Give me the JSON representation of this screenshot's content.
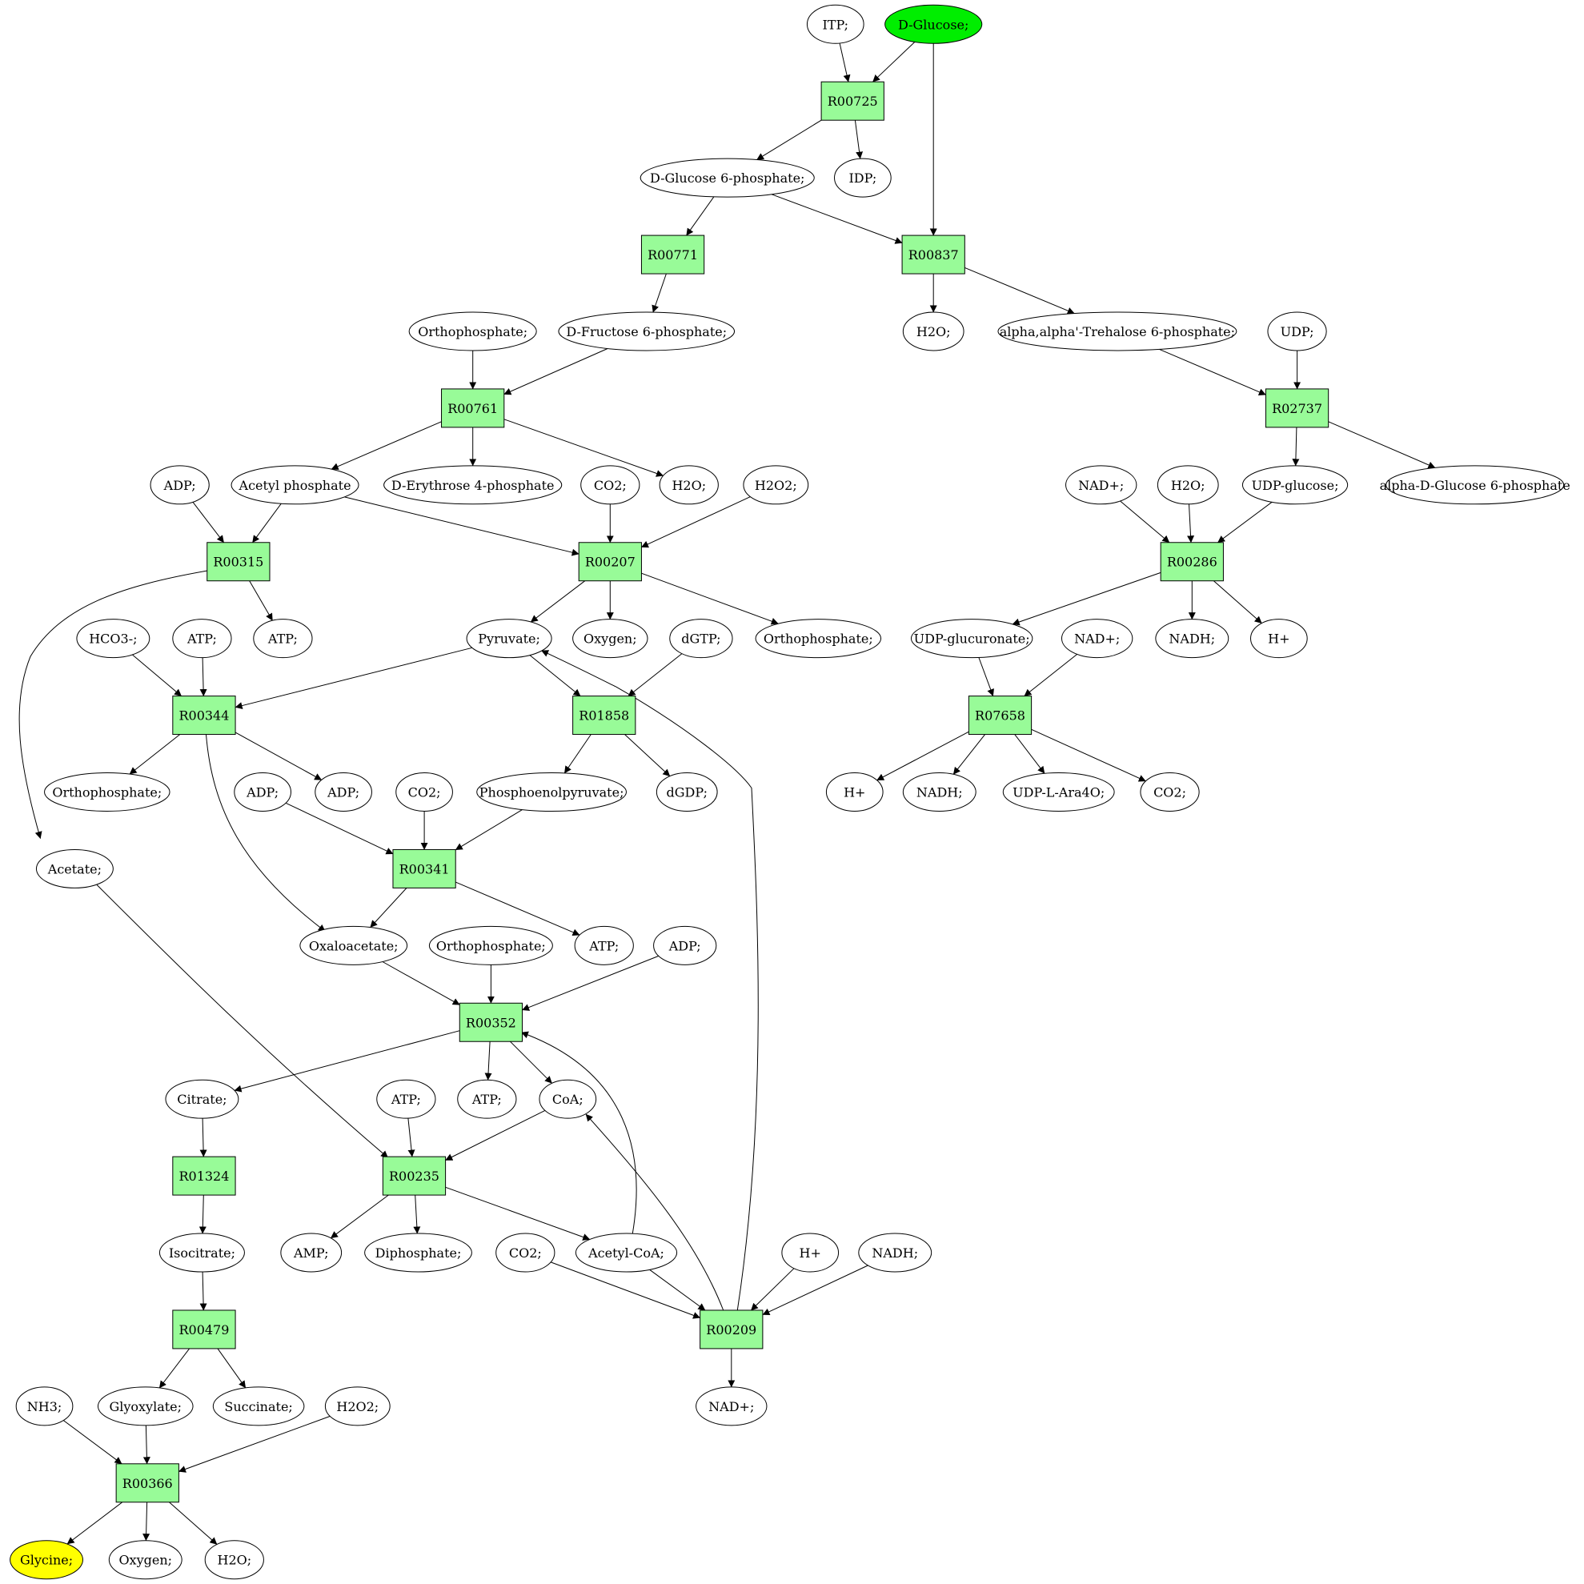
{
  "colors": {
    "reaction_fill": "#98FB98",
    "metabolite_fill": "#FFFFFF",
    "source_fill": "#00EE00",
    "target_fill": "#FFFF00",
    "line": "#000000"
  },
  "reactions": [
    {
      "id": "R00725",
      "label": "R00725"
    },
    {
      "id": "R00837",
      "label": "R00837"
    },
    {
      "id": "R00771",
      "label": "R00771"
    },
    {
      "id": "R00761",
      "label": "R00761"
    },
    {
      "id": "R02737",
      "label": "R02737"
    },
    {
      "id": "R00315",
      "label": "R00315"
    },
    {
      "id": "R00207",
      "label": "R00207"
    },
    {
      "id": "R00286",
      "label": "R00286"
    },
    {
      "id": "R00344",
      "label": "R00344"
    },
    {
      "id": "R01858",
      "label": "R01858"
    },
    {
      "id": "R07658",
      "label": "R07658"
    },
    {
      "id": "R00341",
      "label": "R00341"
    },
    {
      "id": "R00352",
      "label": "R00352"
    },
    {
      "id": "R01324",
      "label": "R01324"
    },
    {
      "id": "R00235",
      "label": "R00235"
    },
    {
      "id": "R00479",
      "label": "R00479"
    },
    {
      "id": "R00209",
      "label": "R00209"
    },
    {
      "id": "R00366",
      "label": "R00366"
    }
  ],
  "metabolites": [
    {
      "id": "m_itp",
      "label": "ITP;"
    },
    {
      "id": "m_glc",
      "label": "D-Glucose;",
      "role": "source"
    },
    {
      "id": "m_g6p",
      "label": "D-Glucose 6-phosphate;"
    },
    {
      "id": "m_idp",
      "label": "IDP;"
    },
    {
      "id": "m_pi1",
      "label": "Orthophosphate;"
    },
    {
      "id": "m_f6p",
      "label": "D-Fructose 6-phosphate;"
    },
    {
      "id": "m_h2o1",
      "label": "H2O;"
    },
    {
      "id": "m_t6p",
      "label": "alpha,alpha'-Trehalose 6-phosphate;"
    },
    {
      "id": "m_udp",
      "label": "UDP;"
    },
    {
      "id": "m_adp1",
      "label": "ADP;"
    },
    {
      "id": "m_acp",
      "label": "Acetyl phosphate"
    },
    {
      "id": "m_e4p",
      "label": "D-Erythrose 4-phosphate"
    },
    {
      "id": "m_co2a",
      "label": "CO2;"
    },
    {
      "id": "m_h2o2",
      "label": "H2O;"
    },
    {
      "id": "m_h2o2a",
      "label": "H2O2;"
    },
    {
      "id": "m_nad1",
      "label": "NAD+;"
    },
    {
      "id": "m_h2o3",
      "label": "H2O;"
    },
    {
      "id": "m_udpg",
      "label": "UDP-glucose;"
    },
    {
      "id": "m_ag6p",
      "label": "alpha-D-Glucose 6-phosphate"
    },
    {
      "id": "m_hco3",
      "label": "HCO3-;"
    },
    {
      "id": "m_atp1",
      "label": "ATP;"
    },
    {
      "id": "m_atp2",
      "label": "ATP;"
    },
    {
      "id": "m_pyr",
      "label": "Pyruvate;"
    },
    {
      "id": "m_oxy1",
      "label": "Oxygen;"
    },
    {
      "id": "m_dgtp",
      "label": "dGTP;"
    },
    {
      "id": "m_pi2",
      "label": "Orthophosphate;"
    },
    {
      "id": "m_udpgl",
      "label": "UDP-glucuronate;"
    },
    {
      "id": "m_nad2",
      "label": "NAD+;"
    },
    {
      "id": "m_nadh1",
      "label": "NADH;"
    },
    {
      "id": "m_h1",
      "label": "H+"
    },
    {
      "id": "m_pi3",
      "label": "Orthophosphate;"
    },
    {
      "id": "m_adp2",
      "label": "ADP;"
    },
    {
      "id": "m_adp3",
      "label": "ADP;"
    },
    {
      "id": "m_co2b",
      "label": "CO2;"
    },
    {
      "id": "m_pep",
      "label": "Phosphoenolpyruvate;"
    },
    {
      "id": "m_dgdp",
      "label": "dGDP;"
    },
    {
      "id": "m_h2",
      "label": "H+"
    },
    {
      "id": "m_nadh2",
      "label": "NADH;"
    },
    {
      "id": "m_udpara",
      "label": "UDP-L-Ara4O;"
    },
    {
      "id": "m_co2c",
      "label": "CO2;"
    },
    {
      "id": "m_ac",
      "label": "Acetate;"
    },
    {
      "id": "m_oaa",
      "label": "Oxaloacetate;"
    },
    {
      "id": "m_pi4",
      "label": "Orthophosphate;"
    },
    {
      "id": "m_atp3",
      "label": "ATP;"
    },
    {
      "id": "m_adp4",
      "label": "ADP;"
    },
    {
      "id": "m_cit",
      "label": "Citrate;"
    },
    {
      "id": "m_atp4",
      "label": "ATP;"
    },
    {
      "id": "m_atp5",
      "label": "ATP;"
    },
    {
      "id": "m_coa",
      "label": "CoA;"
    },
    {
      "id": "m_icit",
      "label": "Isocitrate;"
    },
    {
      "id": "m_amp",
      "label": "AMP;"
    },
    {
      "id": "m_ppi",
      "label": "Diphosphate;"
    },
    {
      "id": "m_co2d",
      "label": "CO2;"
    },
    {
      "id": "m_accoa",
      "label": "Acetyl-CoA;"
    },
    {
      "id": "m_h3",
      "label": "H+"
    },
    {
      "id": "m_nadh3",
      "label": "NADH;"
    },
    {
      "id": "m_nh3",
      "label": "NH3;"
    },
    {
      "id": "m_glx",
      "label": "Glyoxylate;"
    },
    {
      "id": "m_succ",
      "label": "Succinate;"
    },
    {
      "id": "m_h2o2b",
      "label": "H2O2;"
    },
    {
      "id": "m_nad3",
      "label": "NAD+;"
    },
    {
      "id": "m_gly",
      "label": "Glycine;",
      "role": "target"
    },
    {
      "id": "m_oxy2",
      "label": "Oxygen;"
    },
    {
      "id": "m_h2o4",
      "label": "H2O;"
    }
  ],
  "edges": [
    {
      "from": "m_itp",
      "to": "R00725"
    },
    {
      "from": "m_glc",
      "to": "R00725"
    },
    {
      "from": "m_glc",
      "to": "R00837"
    },
    {
      "from": "R00725",
      "to": "m_g6p"
    },
    {
      "from": "R00725",
      "to": "m_idp"
    },
    {
      "from": "m_g6p",
      "to": "R00771"
    },
    {
      "from": "m_g6p",
      "to": "R00837"
    },
    {
      "from": "R00771",
      "to": "m_f6p"
    },
    {
      "from": "R00837",
      "to": "m_h2o1"
    },
    {
      "from": "R00837",
      "to": "m_t6p"
    },
    {
      "from": "m_pi1",
      "to": "R00761"
    },
    {
      "from": "m_f6p",
      "to": "R00761"
    },
    {
      "from": "m_t6p",
      "to": "R02737"
    },
    {
      "from": "m_udp",
      "to": "R02737"
    },
    {
      "from": "R00761",
      "to": "m_acp"
    },
    {
      "from": "R00761",
      "to": "m_e4p"
    },
    {
      "from": "R00761",
      "to": "m_h2o2"
    },
    {
      "from": "R02737",
      "to": "m_udpg"
    },
    {
      "from": "R02737",
      "to": "m_ag6p"
    },
    {
      "from": "m_adp1",
      "to": "R00315"
    },
    {
      "from": "m_acp",
      "to": "R00315"
    },
    {
      "from": "m_acp",
      "to": "R00207"
    },
    {
      "from": "m_co2a",
      "to": "R00207"
    },
    {
      "from": "m_h2o2a",
      "to": "R00207"
    },
    {
      "from": "m_nad1",
      "to": "R00286"
    },
    {
      "from": "m_h2o3",
      "to": "R00286"
    },
    {
      "from": "m_udpg",
      "to": "R00286"
    },
    {
      "from": "R00315",
      "to": "m_atp2"
    },
    {
      "from": "R00315",
      "to": "m_ac"
    },
    {
      "from": "R00207",
      "to": "m_pyr"
    },
    {
      "from": "R00207",
      "to": "m_oxy1"
    },
    {
      "from": "R00207",
      "to": "m_pi2"
    },
    {
      "from": "R00286",
      "to": "m_udpgl"
    },
    {
      "from": "R00286",
      "to": "m_nadh1"
    },
    {
      "from": "R00286",
      "to": "m_h1"
    },
    {
      "from": "m_hco3",
      "to": "R00344"
    },
    {
      "from": "m_atp1",
      "to": "R00344"
    },
    {
      "from": "m_pyr",
      "to": "R00344"
    },
    {
      "from": "m_pyr",
      "to": "R01858"
    },
    {
      "from": "m_dgtp",
      "to": "R01858"
    },
    {
      "from": "m_udpgl",
      "to": "R07658"
    },
    {
      "from": "m_nad2",
      "to": "R07658"
    },
    {
      "from": "R00344",
      "to": "m_pi3"
    },
    {
      "from": "R00344",
      "to": "m_adp3"
    },
    {
      "from": "R00344",
      "to": "m_oaa"
    },
    {
      "from": "R01858",
      "to": "m_pep"
    },
    {
      "from": "R01858",
      "to": "m_dgdp"
    },
    {
      "from": "R07658",
      "to": "m_h2"
    },
    {
      "from": "R07658",
      "to": "m_nadh2"
    },
    {
      "from": "R07658",
      "to": "m_udpara"
    },
    {
      "from": "R07658",
      "to": "m_co2c"
    },
    {
      "from": "m_adp2",
      "to": "R00341"
    },
    {
      "from": "m_co2b",
      "to": "R00341"
    },
    {
      "from": "m_pep",
      "to": "R00341"
    },
    {
      "from": "R00341",
      "to": "m_oaa"
    },
    {
      "from": "R00341",
      "to": "m_atp3"
    },
    {
      "from": "m_oaa",
      "to": "R00352"
    },
    {
      "from": "m_pi4",
      "to": "R00352"
    },
    {
      "from": "m_adp4",
      "to": "R00352"
    },
    {
      "from": "m_accoa",
      "to": "R00352"
    },
    {
      "from": "R00352",
      "to": "m_cit"
    },
    {
      "from": "R00352",
      "to": "m_atp5"
    },
    {
      "from": "R00352",
      "to": "m_coa"
    },
    {
      "from": "m_cit",
      "to": "R01324"
    },
    {
      "from": "m_ac",
      "to": "R00235"
    },
    {
      "from": "m_atp4",
      "to": "R00235"
    },
    {
      "from": "m_coa",
      "to": "R00235"
    },
    {
      "from": "R01324",
      "to": "m_icit"
    },
    {
      "from": "R00235",
      "to": "m_amp"
    },
    {
      "from": "R00235",
      "to": "m_ppi"
    },
    {
      "from": "R00235",
      "to": "m_accoa"
    },
    {
      "from": "m_icit",
      "to": "R00479"
    },
    {
      "from": "m_co2d",
      "to": "R00209"
    },
    {
      "from": "m_accoa",
      "to": "R00209"
    },
    {
      "from": "m_h3",
      "to": "R00209"
    },
    {
      "from": "m_nadh3",
      "to": "R00209"
    },
    {
      "from": "R00209",
      "to": "m_pyr"
    },
    {
      "from": "R00209",
      "to": "m_coa"
    },
    {
      "from": "R00209",
      "to": "m_nad3"
    },
    {
      "from": "R00479",
      "to": "m_glx"
    },
    {
      "from": "R00479",
      "to": "m_succ"
    },
    {
      "from": "m_nh3",
      "to": "R00366"
    },
    {
      "from": "m_glx",
      "to": "R00366"
    },
    {
      "from": "m_h2o2b",
      "to": "R00366"
    },
    {
      "from": "R00366",
      "to": "m_gly"
    },
    {
      "from": "R00366",
      "to": "m_oxy2"
    },
    {
      "from": "R00366",
      "to": "m_h2o4"
    }
  ]
}
